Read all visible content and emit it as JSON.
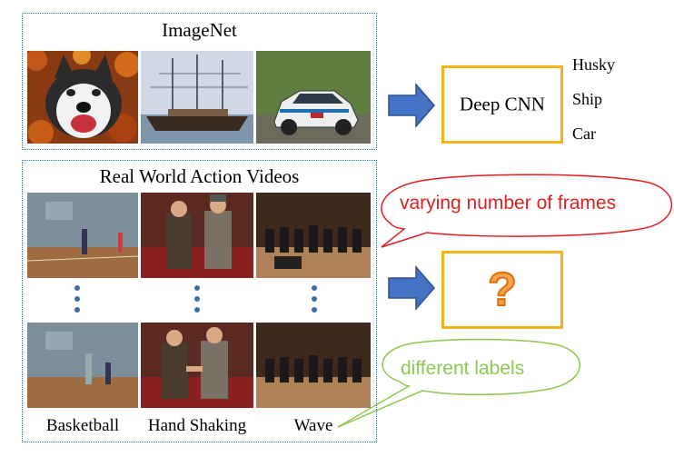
{
  "top_panel": {
    "title": "ImageNet",
    "images": [
      {
        "label": "husky photo"
      },
      {
        "label": "ship photo"
      },
      {
        "label": "rally car photo"
      }
    ]
  },
  "top_model": {
    "label": "Deep CNN",
    "outputs": [
      "Husky",
      "Ship",
      "Car"
    ]
  },
  "bottom_panel": {
    "title": "Real World Action Videos",
    "captions": [
      "Basketball",
      "Hand Shaking",
      "Wave"
    ]
  },
  "bottom_model": {
    "label": "?"
  },
  "callouts": {
    "frames": "varying number of frames",
    "labels": "different labels"
  },
  "colors": {
    "panel_border": "#3f6e9c",
    "arrow": "#4472c4",
    "box_border": "#f2b31c",
    "callout_red": "#e02020",
    "callout_green": "#8fc850",
    "question": "#f7a44a"
  }
}
